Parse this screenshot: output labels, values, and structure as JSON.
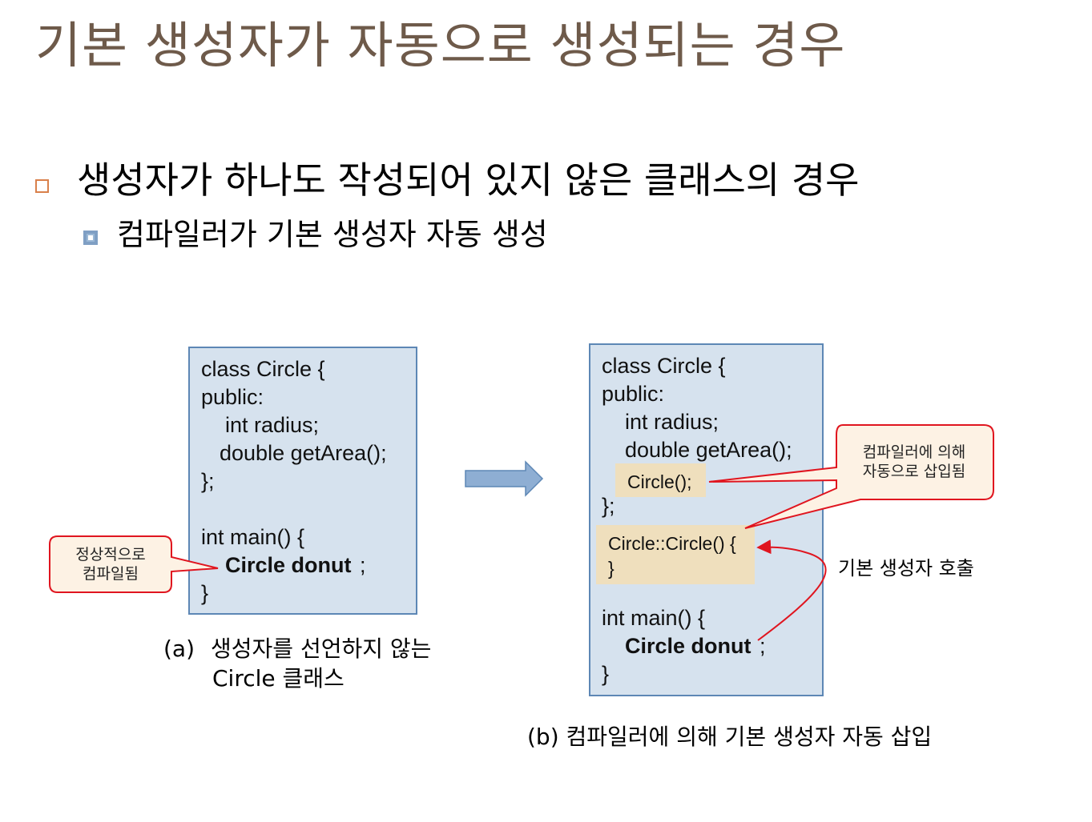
{
  "slide": {
    "title": "기본 생성자가 자동으로 생성되는 경우",
    "bullet1": "생성자가 하나도 작성되어 있지 않은 클래스의 경우",
    "bullet2": "컴파일러가 기본 생성자 자동 생성"
  },
  "left_panel": {
    "code": [
      "class Circle {",
      "public:",
      "int radius;",
      "double getArea();",
      "};",
      "int main() {",
      "Circle donut",
      ";",
      "}"
    ],
    "callout": [
      "정상적으로",
      "컴파일됨"
    ],
    "caption": [
      "(a)",
      "생성자를 선언하지 않는",
      "Circle 클래스"
    ]
  },
  "right_panel": {
    "code": [
      "class Circle {",
      "public:",
      "int radius;",
      "double getArea();",
      "Circle();",
      "};",
      "Circle::Circle() {",
      "}",
      "int main() {",
      "Circle donut",
      ";",
      "}"
    ],
    "callout": [
      "컴파일러에 의해",
      "자동으로 삽입됨"
    ],
    "call_label": "기본 생성자 호출",
    "caption": "(b) 컴파일러에 의해 기본 생성자 자동 삽입"
  },
  "colors": {
    "title": "#6e5a4a",
    "code_box_fill": "#d6e2ee",
    "code_box_border": "#5d87b5",
    "highlight": "#efdfbd",
    "callout_border": "#e0151f",
    "callout_fill": "#fdf2e4",
    "arrow_fill": "#8eaed3",
    "bullet1_marker": "#d9804b",
    "bullet2_marker": "#7f9fc4"
  }
}
